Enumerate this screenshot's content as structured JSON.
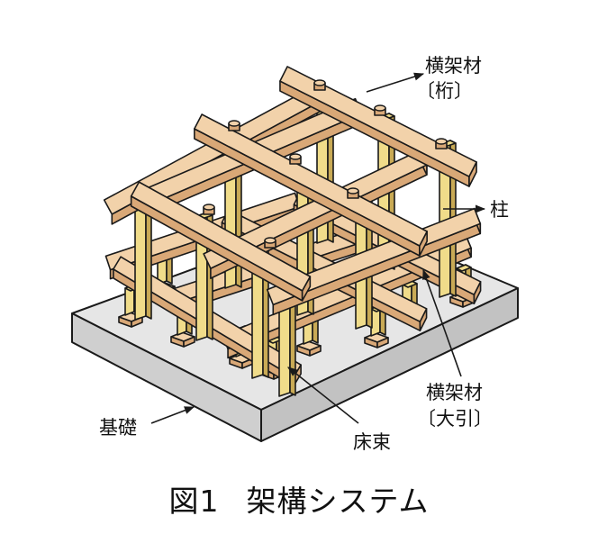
{
  "labels": {
    "beam_upper": "横架材",
    "beam_upper_sub": "〔桁〕",
    "post": "柱",
    "beam_lower": "横架材",
    "beam_lower_sub": "〔大引〕",
    "foundation": "基礎",
    "floor_post": "床束"
  },
  "caption": {
    "number": "図1",
    "title": "架構システム"
  },
  "colors": {
    "wood": "#f2d2aa",
    "wood_dark": "#d9a877",
    "post": "#f0dc8a",
    "post_dark": "#c9aa55",
    "slab_top": "#e6e6e6",
    "slab_side": "#c9c9c9",
    "outline": "#1a1a1a"
  }
}
